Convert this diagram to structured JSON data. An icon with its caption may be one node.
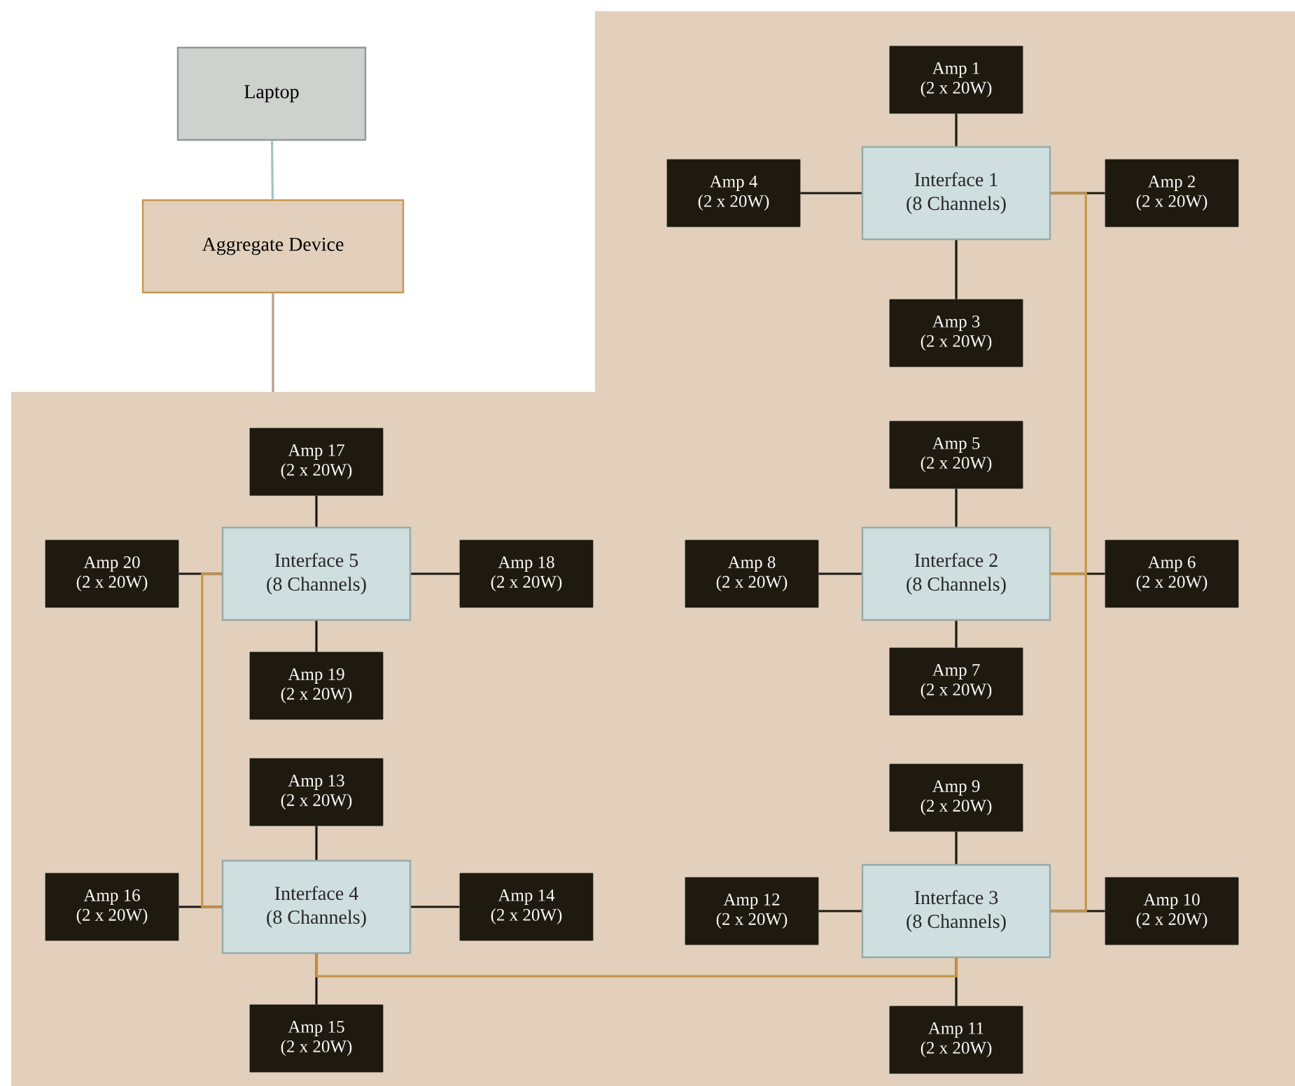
{
  "diagram": {
    "nodes": [
      {
        "text": [
          "Laptop"
        ]
      },
      {
        "text": [
          "Aggregate Device"
        ]
      },
      {
        "text": [
          "Amp 1",
          "(2 x 20W)"
        ]
      },
      {
        "text": [
          "Amp 4",
          "(2 x 20W)"
        ]
      },
      {
        "text": [
          "Interface 1",
          "(8 Channels)"
        ]
      },
      {
        "text": [
          "Amp 2",
          "(2 x 20W)"
        ]
      },
      {
        "text": [
          "Amp 3",
          "(2 x 20W)"
        ]
      },
      {
        "text": [
          "Amp 17",
          "(2 x 20W)"
        ]
      },
      {
        "text": [
          "Amp 5",
          "(2 x 20W)"
        ]
      },
      {
        "text": [
          "Amp 20",
          "(2 x 20W)"
        ]
      },
      {
        "text": [
          "Interface 5",
          "(8 Channels)"
        ]
      },
      {
        "text": [
          "Amp 18",
          "(2 x 20W)"
        ]
      },
      {
        "text": [
          "Amp 8",
          "(2 x 20W)"
        ]
      },
      {
        "text": [
          "Interface 2",
          "(8 Channels)"
        ]
      },
      {
        "text": [
          "Amp 6",
          "(2 x 20W)"
        ]
      },
      {
        "text": [
          "Amp 19",
          "(2 x 20W)"
        ]
      },
      {
        "text": [
          "Amp 7",
          "(2 x 20W)"
        ]
      },
      {
        "text": [
          "Amp 13",
          "(2 x 20W)"
        ]
      },
      {
        "text": [
          "Amp 9",
          "(2 x 20W)"
        ]
      },
      {
        "text": [
          "Amp 16",
          "(2 x 20W)"
        ]
      },
      {
        "text": [
          "Interface 4",
          "(8 Channels)"
        ]
      },
      {
        "text": [
          "Amp 14",
          "(2 x 20W)"
        ]
      },
      {
        "text": [
          "Amp 12",
          "(2 x 20W)"
        ]
      },
      {
        "text": [
          "Interface 3",
          "(8 Channels)"
        ]
      },
      {
        "text": [
          "Amp 10",
          "(2 x 20W)"
        ]
      },
      {
        "text": [
          "Amp 15",
          "(2 x 20W)"
        ]
      },
      {
        "text": [
          "Amp 11",
          "(2 x 20W)"
        ]
      }
    ],
    "edges": [
      {
        "from": 0,
        "to": 1,
        "arrow": "none",
        "color": "#9fc4c4"
      },
      {
        "from": 1,
        "to": null,
        "arrow": "none",
        "color": "#b0a08a"
      },
      {
        "from": 2,
        "to": 4,
        "arrow": "none"
      },
      {
        "from": 3,
        "to": 4,
        "arrow": "none"
      },
      {
        "from": 4,
        "to": 5,
        "arrow": "none"
      },
      {
        "from": 4,
        "to": 6,
        "arrow": "none"
      },
      {
        "from": 8,
        "to": 13,
        "arrow": "none"
      },
      {
        "from": 12,
        "to": 13,
        "arrow": "none"
      },
      {
        "from": 13,
        "to": 14,
        "arrow": "none"
      },
      {
        "from": 13,
        "to": 16,
        "arrow": "none"
      },
      {
        "from": 18,
        "to": 23,
        "arrow": "none"
      },
      {
        "from": 22,
        "to": 23,
        "arrow": "none"
      },
      {
        "from": 23,
        "to": 24,
        "arrow": "none"
      },
      {
        "from": 23,
        "to": 26,
        "arrow": "none"
      },
      {
        "from": 7,
        "to": 10,
        "arrow": "none"
      },
      {
        "from": 9,
        "to": 10,
        "arrow": "none"
      },
      {
        "from": 10,
        "to": 11,
        "arrow": "none"
      },
      {
        "from": 10,
        "to": 15,
        "arrow": "none"
      },
      {
        "from": 17,
        "to": 20,
        "arrow": "none"
      },
      {
        "from": 19,
        "to": 20,
        "arrow": "none"
      },
      {
        "from": 20,
        "to": 21,
        "arrow": "none"
      },
      {
        "from": 20,
        "to": 25,
        "arrow": "none"
      },
      {
        "from": 4,
        "to": 13,
        "arrow": "none",
        "color": "#c8964a"
      },
      {
        "from": 13,
        "to": 23,
        "arrow": "none",
        "color": "#c8964a"
      },
      {
        "from": 23,
        "to": 20,
        "arrow": "none",
        "color": "#c8964a"
      },
      {
        "from": 20,
        "to": 10,
        "arrow": "none",
        "color": "#c8964a"
      }
    ]
  }
}
